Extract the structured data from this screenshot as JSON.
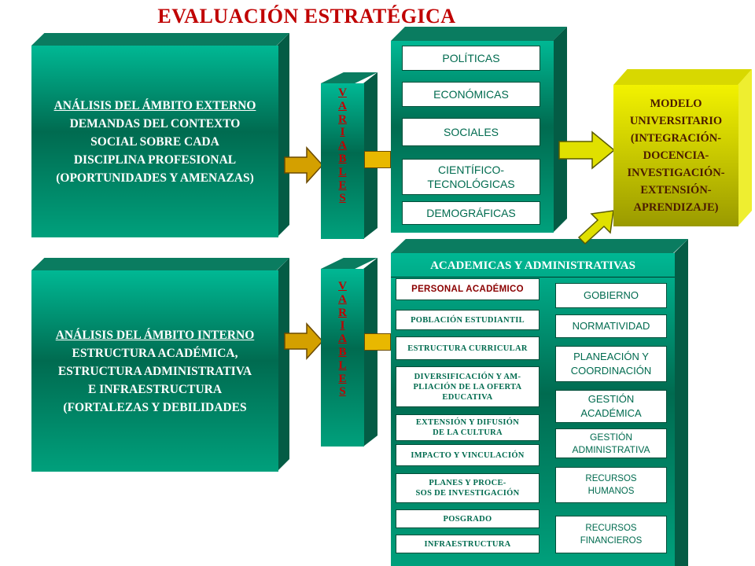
{
  "title": "EVALUACIÓN ESTRATÉGICA",
  "externo": {
    "heading": "ANÁLISIS DEL ÁMBITO EXTERNO",
    "lines": [
      "DEMANDAS DEL CONTEXTO",
      "SOCIAL SOBRE CADA",
      "DISCIPLINA PROFESIONAL",
      "(OPORTUNIDADES Y AMENAZAS)"
    ]
  },
  "interno": {
    "heading": "ANÁLISIS DEL ÁMBITO INTERNO",
    "lines": [
      "ESTRUCTURA ACADÉMICA,",
      "ESTRUCTURA ADMINISTRATIVA",
      "E  INFRAESTRUCTURA",
      "(FORTALEZAS Y DEBILIDADES"
    ]
  },
  "variables_letters": [
    "V",
    "A",
    "R",
    "I",
    "A",
    "B",
    "L",
    "E",
    "S"
  ],
  "external_variables": [
    "POLÍTICAS",
    "ECONÓMICAS",
    "SOCIALES",
    "CIENTÍFICO-\nTECNOLÓGICAS",
    "DEMOGRÁFICAS"
  ],
  "internal_header": "ACADEMICAS Y ADMINISTRATIVAS",
  "academic_items": [
    "PERSONAL ACADÉMICO",
    "POBLACIÓN  ESTUDIANTIL",
    "ESTRUCTURA  CURRICULAR",
    "DIVERSIFICACIÓN  Y AM-\nPLIACIÓN DE LA OFERTA\nEDUCATIVA",
    "EXTENSIÓN Y DIFUSIÓN\nDE LA CULTURA",
    "IMPACTO  Y VINCULACIÓN",
    "PLANES Y PROCE-\nSOS DE INVESTIGACIÓN",
    "POSGRADO",
    "INFRAESTRUCTURA"
  ],
  "admin_items": [
    "GOBIERNO",
    "NORMATIVIDAD",
    "PLANEACIÓN Y\nCOORDINACIÓN",
    "GESTIÓN\nACADÉMICA",
    "GESTIÓN\nADMINISTRATIVA",
    "RECURSOS\nHUMANOS",
    "RECURSOS\nFINANCIEROS"
  ],
  "modelo": "MODELO\nUNIVERSITARIO\n(INTEGRACIÓN-\nDOCENCIA-\nINVESTIGACIÓN-\nEXTENSIÓN-\nAPRENDIZAJE)",
  "colors": {
    "teal": "#00a07c",
    "dark_teal": "#045c45",
    "yellow": "#e0e000",
    "red": "#c00000",
    "arrow": "#d4a000"
  }
}
